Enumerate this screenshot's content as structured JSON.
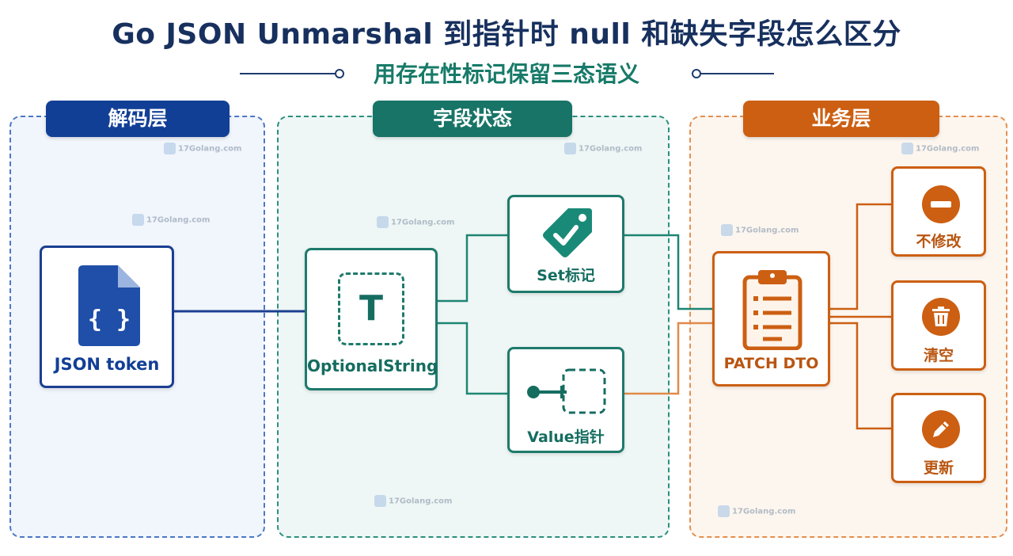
{
  "title": "Go JSON Unmarshal 到指针时 null 和缺失字段怎么区分",
  "subtitle": "用存在性标记保留三态语义",
  "panels": {
    "decode": {
      "title": "解码层"
    },
    "state": {
      "title": "字段状态"
    },
    "business": {
      "title": "业务层"
    }
  },
  "nodes": {
    "json_token": {
      "label": "JSON token",
      "icon": "json-file-icon"
    },
    "optional_string": {
      "label": "OptionalString",
      "icon": "type-param-t-icon",
      "glyph": "T"
    },
    "set_flag": {
      "label": "Set标记",
      "icon": "tag-check-icon"
    },
    "value_pointer": {
      "label": "Value指针",
      "icon": "pointer-icon"
    },
    "patch_dto": {
      "label": "PATCH DTO",
      "icon": "clipboard-icon"
    },
    "no_change": {
      "label": "不修改",
      "icon": "minus-circle-icon"
    },
    "clear": {
      "label": "清空",
      "icon": "trash-icon"
    },
    "update": {
      "label": "更新",
      "icon": "pencil-icon"
    }
  },
  "watermark": "17Golang.com",
  "colors": {
    "decode": "#123f96",
    "state": "#177466",
    "business": "#cc5f12",
    "title": "#17305e",
    "subtitle": "#177a68"
  }
}
